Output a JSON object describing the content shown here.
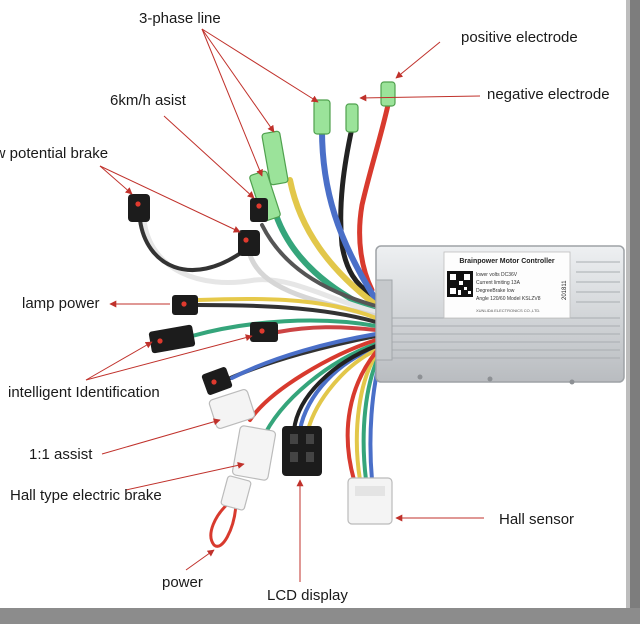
{
  "labels": {
    "three_phase": "3-phase line",
    "positive": "positive electrode",
    "negative": "negative electrode",
    "asist_6kmh": "6km/h asist",
    "low_brake": "low potential brake",
    "lamp": "lamp power",
    "intelligent": "intelligent Identification",
    "assist_11": "1:1 assist",
    "hall_brake": "Hall type electric brake",
    "hall_sensor": "Hall sensor",
    "power": "power",
    "lcd": "LCD display"
  },
  "controller": {
    "title": "Brainpower Motor Controller",
    "line1": "lower volts DC36V",
    "line2": "Current limiting 13A",
    "line3": "DegreeBrake low",
    "line4": "Angle 120/60  Model KSLZV8",
    "company": "XUNLIDA ELECTRONICS CO.,LTD.",
    "serial": "201811"
  },
  "colors": {
    "arrow": "#c0312b",
    "red_wire": "#d83a2e",
    "black_wire": "#222222",
    "yellow_wire": "#e2c74a",
    "green_wire": "#35a57b",
    "blue_wire": "#4a6fc8",
    "connector_green": "#9be39a"
  }
}
